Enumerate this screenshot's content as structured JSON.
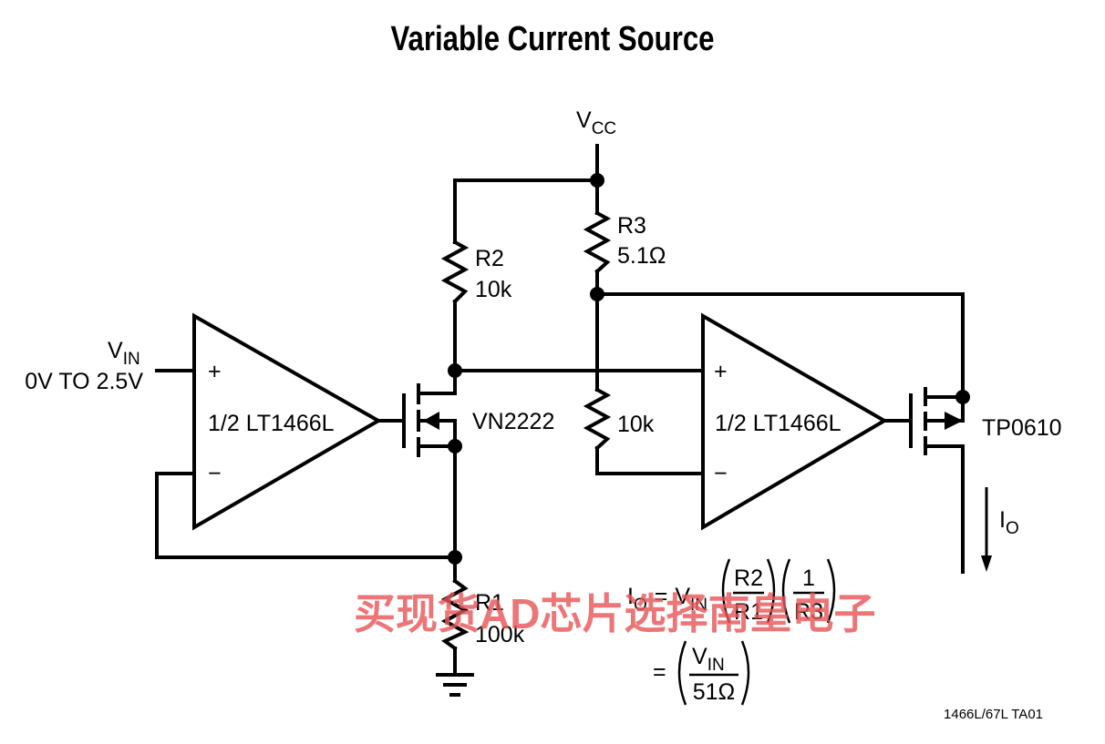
{
  "title": "Variable Current Source",
  "vcc": {
    "main": "V",
    "sub": "CC"
  },
  "vin": {
    "main": "V",
    "sub": "IN",
    "range": "0V TO 2.5V"
  },
  "opamp1": {
    "label": "1/2 LT1466L",
    "plus": "+",
    "minus": "−"
  },
  "opamp2": {
    "label": "1/2 LT1466L",
    "plus": "+",
    "minus": "−"
  },
  "r1": {
    "name": "R1",
    "value": "100k"
  },
  "r2": {
    "name": "R2",
    "value": "10k"
  },
  "r3": {
    "name": "R3",
    "value": "5.1Ω"
  },
  "r4": {
    "value": "10k"
  },
  "q1": {
    "name": "VN2222"
  },
  "q2": {
    "name": "TP0610"
  },
  "io": {
    "main": "I",
    "sub": "O"
  },
  "equation": {
    "lhs_main": "I",
    "lhs_sub": "O",
    "eq": "=",
    "vin_main": "V",
    "vin_sub": "IN",
    "frac1_num": "R2",
    "frac1_den": "R1",
    "frac2_num": "1",
    "frac2_den": "R3",
    "line2_eq": "=",
    "frac3_num_main": "V",
    "frac3_num_sub": "IN",
    "frac3_den": "51Ω"
  },
  "watermark": "买现货AD芯片选择南皇电子",
  "figure_ref": "1466L/67L TA01"
}
